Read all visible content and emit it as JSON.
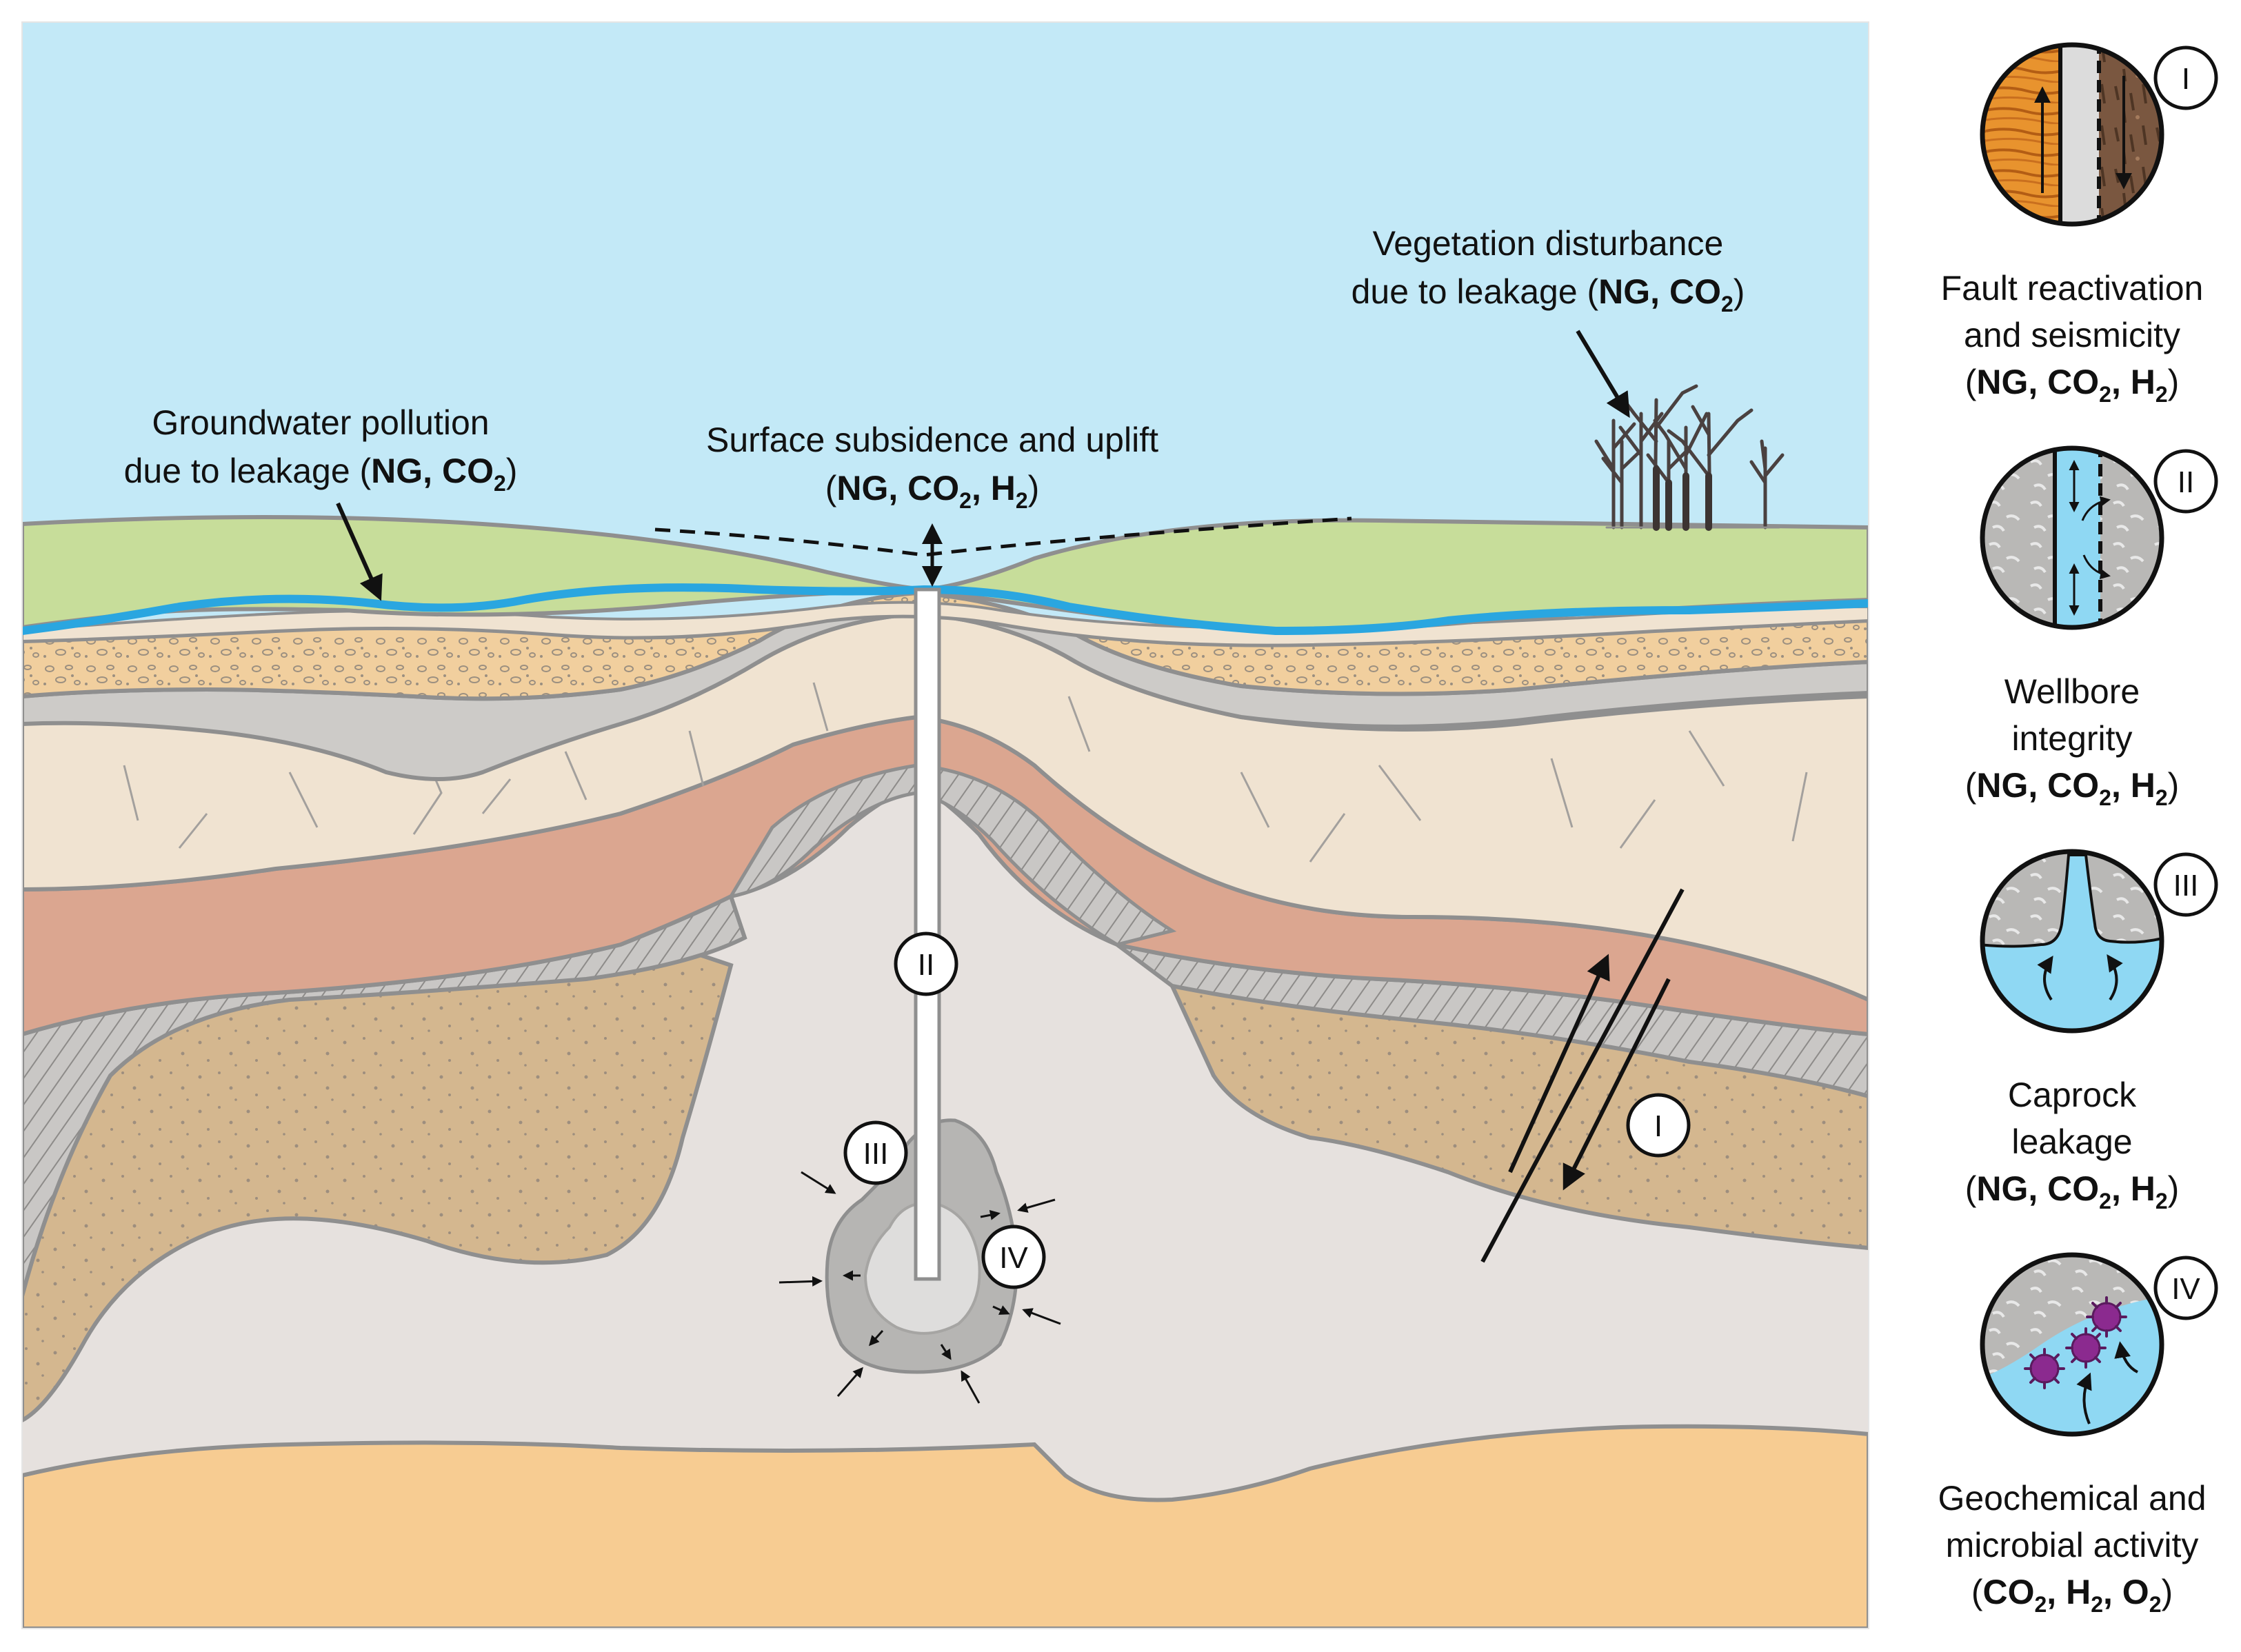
{
  "colors": {
    "sky": "#c3e9f7",
    "grass": "#c7dd9a",
    "water": "#2aa6e0",
    "sand": "#f1cf9e",
    "cream": "#f0e3d1",
    "grey": "#cdcbc8",
    "reddish": "#dba690",
    "tan": "#d4b78f",
    "reservoir": "#e6e1de",
    "basement": "#f7cc92",
    "outline": "#8f8f8f"
  },
  "labels": {
    "groundwater": {
      "line1": "Groundwater pollution",
      "line2_pre": "due to leakage (",
      "line2_bold": "NG, CO",
      "line2_sub": "2",
      "line2_post": ")"
    },
    "subsidence": {
      "line1": "Surface subsidence and uplift",
      "line2_open": "(",
      "line2_b1": "NG, CO",
      "line2_s1": "2",
      "line2_b2": ", H",
      "line2_s2": "2",
      "line2_close": ")"
    },
    "vegetation": {
      "line1": "Vegetation disturbance",
      "line2_pre": "due to leakage (",
      "line2_bold": "NG, CO",
      "line2_sub": "2",
      "line2_post": ")"
    }
  },
  "markers": {
    "well_II": "II",
    "storage_III": "III",
    "storage_IV": "IV",
    "fault_I": "I"
  },
  "panels": [
    {
      "numeral": "I",
      "icon": "fault-icon",
      "line1": "Fault reactivation",
      "line2": "and seismicity",
      "gases": [
        [
          "NG, CO",
          "2"
        ],
        [
          ", H",
          "2"
        ]
      ]
    },
    {
      "numeral": "II",
      "icon": "wellbore-icon",
      "line1": "Wellbore",
      "line2": "integrity",
      "gases": [
        [
          "NG, CO",
          "2"
        ],
        [
          ", H",
          "2"
        ]
      ]
    },
    {
      "numeral": "III",
      "icon": "caprock-icon",
      "line1": "Caprock",
      "line2": "leakage",
      "gases": [
        [
          "NG, CO",
          "2"
        ],
        [
          ", H",
          "2"
        ]
      ]
    },
    {
      "numeral": "IV",
      "icon": "microbe-icon",
      "line1": "Geochemical and",
      "line2": "microbial activity",
      "gases": [
        [
          "CO",
          "2"
        ],
        [
          ", H",
          "2"
        ],
        [
          ", O",
          "2"
        ]
      ]
    }
  ]
}
